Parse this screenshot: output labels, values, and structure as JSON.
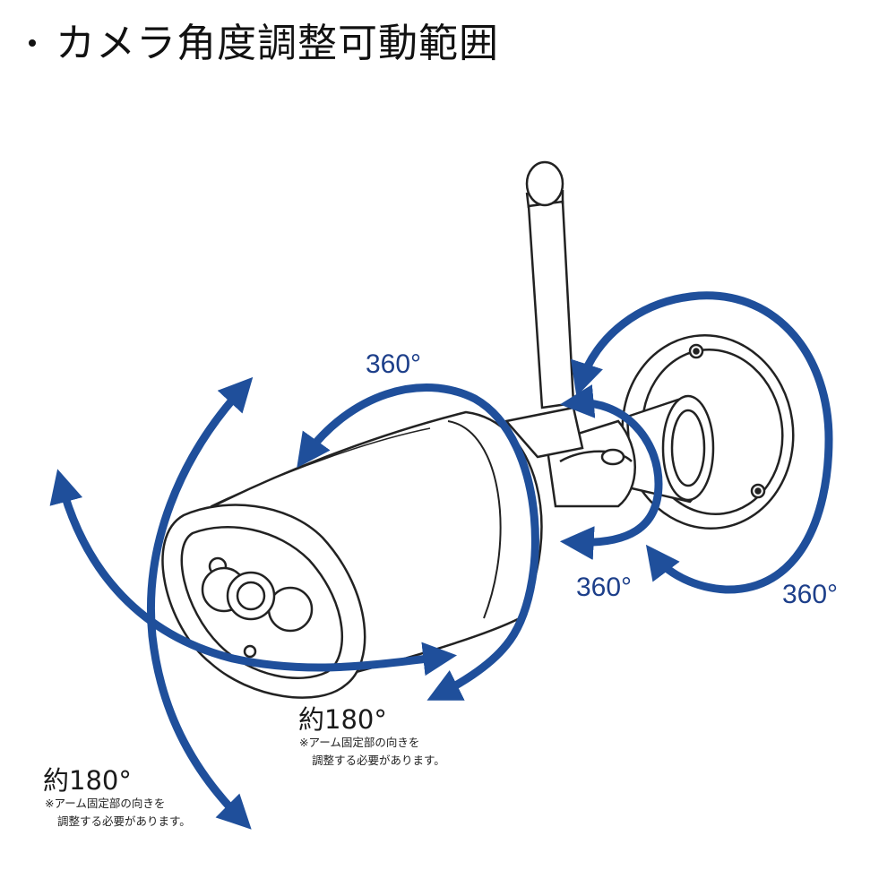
{
  "title": "カメラ角度調整可動範囲",
  "labels": {
    "rot_top": "360°",
    "rot_mid": "360°",
    "rot_right": "360°",
    "tilt_mid": "約180°",
    "tilt_left": "約180°"
  },
  "notes": {
    "mid_line1": "※アーム固定部の向きを",
    "mid_line2": "調整する必要があります。",
    "left_line1": "※アーム固定部の向きを",
    "left_line2": "調整する必要があります。"
  },
  "colors": {
    "arrow": "#1f4f9b",
    "line": "#222222",
    "background": "#ffffff"
  }
}
